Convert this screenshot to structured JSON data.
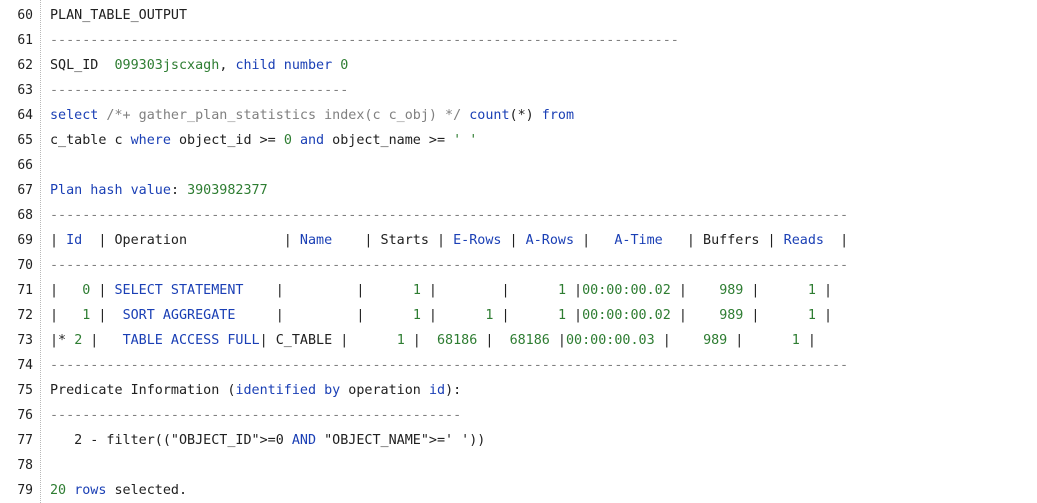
{
  "lines": [
    {
      "n": "60",
      "segs": [
        {
          "t": "PLAN_TABLE_OUTPUT",
          "c": ""
        }
      ]
    },
    {
      "n": "61",
      "segs": [
        {
          "t": "------------------------------------------------------------------------------",
          "c": "dash"
        }
      ]
    },
    {
      "n": "62",
      "segs": [
        {
          "t": "SQL_ID  ",
          "c": ""
        },
        {
          "t": "099303jscxagh",
          "c": "num"
        },
        {
          "t": ", ",
          "c": ""
        },
        {
          "t": "child number",
          "c": "kw"
        },
        {
          "t": " ",
          "c": ""
        },
        {
          "t": "0",
          "c": "num"
        }
      ]
    },
    {
      "n": "63",
      "segs": [
        {
          "t": "-------------------------------------",
          "c": "dash"
        }
      ]
    },
    {
      "n": "64",
      "segs": [
        {
          "t": "select",
          "c": "kw"
        },
        {
          "t": " /*+ gather_plan_statistics index(c c_obj) */ ",
          "c": "cm"
        },
        {
          "t": "count",
          "c": "kw"
        },
        {
          "t": "(*) ",
          "c": ""
        },
        {
          "t": "from",
          "c": "kw"
        }
      ]
    },
    {
      "n": "65",
      "segs": [
        {
          "t": "c_table c ",
          "c": ""
        },
        {
          "t": "where",
          "c": "kw"
        },
        {
          "t": " object_id >= ",
          "c": ""
        },
        {
          "t": "0",
          "c": "num"
        },
        {
          "t": " ",
          "c": ""
        },
        {
          "t": "and",
          "c": "kw"
        },
        {
          "t": " object_name >= ",
          "c": ""
        },
        {
          "t": "' '",
          "c": "num"
        }
      ]
    },
    {
      "n": "66",
      "segs": []
    },
    {
      "n": "67",
      "segs": [
        {
          "t": "Plan hash value",
          "c": "kw"
        },
        {
          "t": ": ",
          "c": ""
        },
        {
          "t": "3903982377",
          "c": "num"
        }
      ]
    },
    {
      "n": "68",
      "segs": [
        {
          "t": "---------------------------------------------------------------------------------------------------",
          "c": "dash"
        }
      ]
    },
    {
      "n": "69",
      "segs": [
        {
          "t": "| ",
          "c": ""
        },
        {
          "t": "Id",
          "c": "kw"
        },
        {
          "t": "  | Operation            | ",
          "c": ""
        },
        {
          "t": "Name",
          "c": "kw"
        },
        {
          "t": "    | Starts | ",
          "c": ""
        },
        {
          "t": "E-Rows",
          "c": "kw"
        },
        {
          "t": " | ",
          "c": ""
        },
        {
          "t": "A-Rows",
          "c": "kw"
        },
        {
          "t": " |   ",
          "c": ""
        },
        {
          "t": "A-Time",
          "c": "kw"
        },
        {
          "t": "   | Buffers | ",
          "c": ""
        },
        {
          "t": "Reads",
          "c": "kw"
        },
        {
          "t": "  |",
          "c": ""
        }
      ]
    },
    {
      "n": "70",
      "segs": [
        {
          "t": "---------------------------------------------------------------------------------------------------",
          "c": "dash"
        }
      ]
    },
    {
      "n": "71",
      "segs": [
        {
          "t": "|   ",
          "c": ""
        },
        {
          "t": "0",
          "c": "num"
        },
        {
          "t": " | ",
          "c": ""
        },
        {
          "t": "SELECT STATEMENT",
          "c": "kw"
        },
        {
          "t": "    |         |      ",
          "c": ""
        },
        {
          "t": "1",
          "c": "num"
        },
        {
          "t": " |        |      ",
          "c": ""
        },
        {
          "t": "1",
          "c": "num"
        },
        {
          "t": " |",
          "c": ""
        },
        {
          "t": "00:00:00.02",
          "c": "num"
        },
        {
          "t": " |    ",
          "c": ""
        },
        {
          "t": "989",
          "c": "num"
        },
        {
          "t": " |      ",
          "c": ""
        },
        {
          "t": "1",
          "c": "num"
        },
        {
          "t": " |",
          "c": ""
        }
      ]
    },
    {
      "n": "72",
      "segs": [
        {
          "t": "|   ",
          "c": ""
        },
        {
          "t": "1",
          "c": "num"
        },
        {
          "t": " |  ",
          "c": ""
        },
        {
          "t": "SORT AGGREGATE",
          "c": "kw"
        },
        {
          "t": "     |         |      ",
          "c": ""
        },
        {
          "t": "1",
          "c": "num"
        },
        {
          "t": " |      ",
          "c": ""
        },
        {
          "t": "1",
          "c": "num"
        },
        {
          "t": " |      ",
          "c": ""
        },
        {
          "t": "1",
          "c": "num"
        },
        {
          "t": " |",
          "c": ""
        },
        {
          "t": "00:00:00.02",
          "c": "num"
        },
        {
          "t": " |    ",
          "c": ""
        },
        {
          "t": "989",
          "c": "num"
        },
        {
          "t": " |      ",
          "c": ""
        },
        {
          "t": "1",
          "c": "num"
        },
        {
          "t": " |",
          "c": ""
        }
      ]
    },
    {
      "n": "73",
      "segs": [
        {
          "t": "|* ",
          "c": ""
        },
        {
          "t": "2",
          "c": "num"
        },
        {
          "t": " |   ",
          "c": ""
        },
        {
          "t": "TABLE ACCESS FULL",
          "c": "kw"
        },
        {
          "t": "| C_TABLE |      ",
          "c": ""
        },
        {
          "t": "1",
          "c": "num"
        },
        {
          "t": " |  ",
          "c": ""
        },
        {
          "t": "68186",
          "c": "num"
        },
        {
          "t": " |  ",
          "c": ""
        },
        {
          "t": "68186",
          "c": "num"
        },
        {
          "t": " |",
          "c": ""
        },
        {
          "t": "00:00:00.03",
          "c": "num"
        },
        {
          "t": " |    ",
          "c": ""
        },
        {
          "t": "989",
          "c": "num"
        },
        {
          "t": " |      ",
          "c": ""
        },
        {
          "t": "1",
          "c": "num"
        },
        {
          "t": " |",
          "c": ""
        }
      ]
    },
    {
      "n": "74",
      "segs": [
        {
          "t": "---------------------------------------------------------------------------------------------------",
          "c": "dash"
        }
      ]
    },
    {
      "n": "75",
      "segs": [
        {
          "t": "Predicate Information (",
          "c": ""
        },
        {
          "t": "identified by",
          "c": "kw"
        },
        {
          "t": " operation ",
          "c": ""
        },
        {
          "t": "id",
          "c": "kw"
        },
        {
          "t": "):",
          "c": ""
        }
      ]
    },
    {
      "n": "76",
      "segs": [
        {
          "t": "---------------------------------------------------",
          "c": "dash"
        }
      ]
    },
    {
      "n": "77",
      "segs": [
        {
          "t": "   2 - filter((\"OBJECT_ID\">=0 ",
          "c": ""
        },
        {
          "t": "AND",
          "c": "kw"
        },
        {
          "t": " \"OBJECT_NAME\">=' '))",
          "c": ""
        }
      ]
    },
    {
      "n": "78",
      "segs": []
    },
    {
      "n": "79",
      "segs": [
        {
          "t": "20",
          "c": "num"
        },
        {
          "t": " ",
          "c": ""
        },
        {
          "t": "rows",
          "c": "kw"
        },
        {
          "t": " selected.",
          "c": ""
        }
      ]
    }
  ],
  "colors": {
    "keyword": "#1a3fb5",
    "number": "#2e7d32",
    "comment": "#808080",
    "text": "#202020"
  }
}
